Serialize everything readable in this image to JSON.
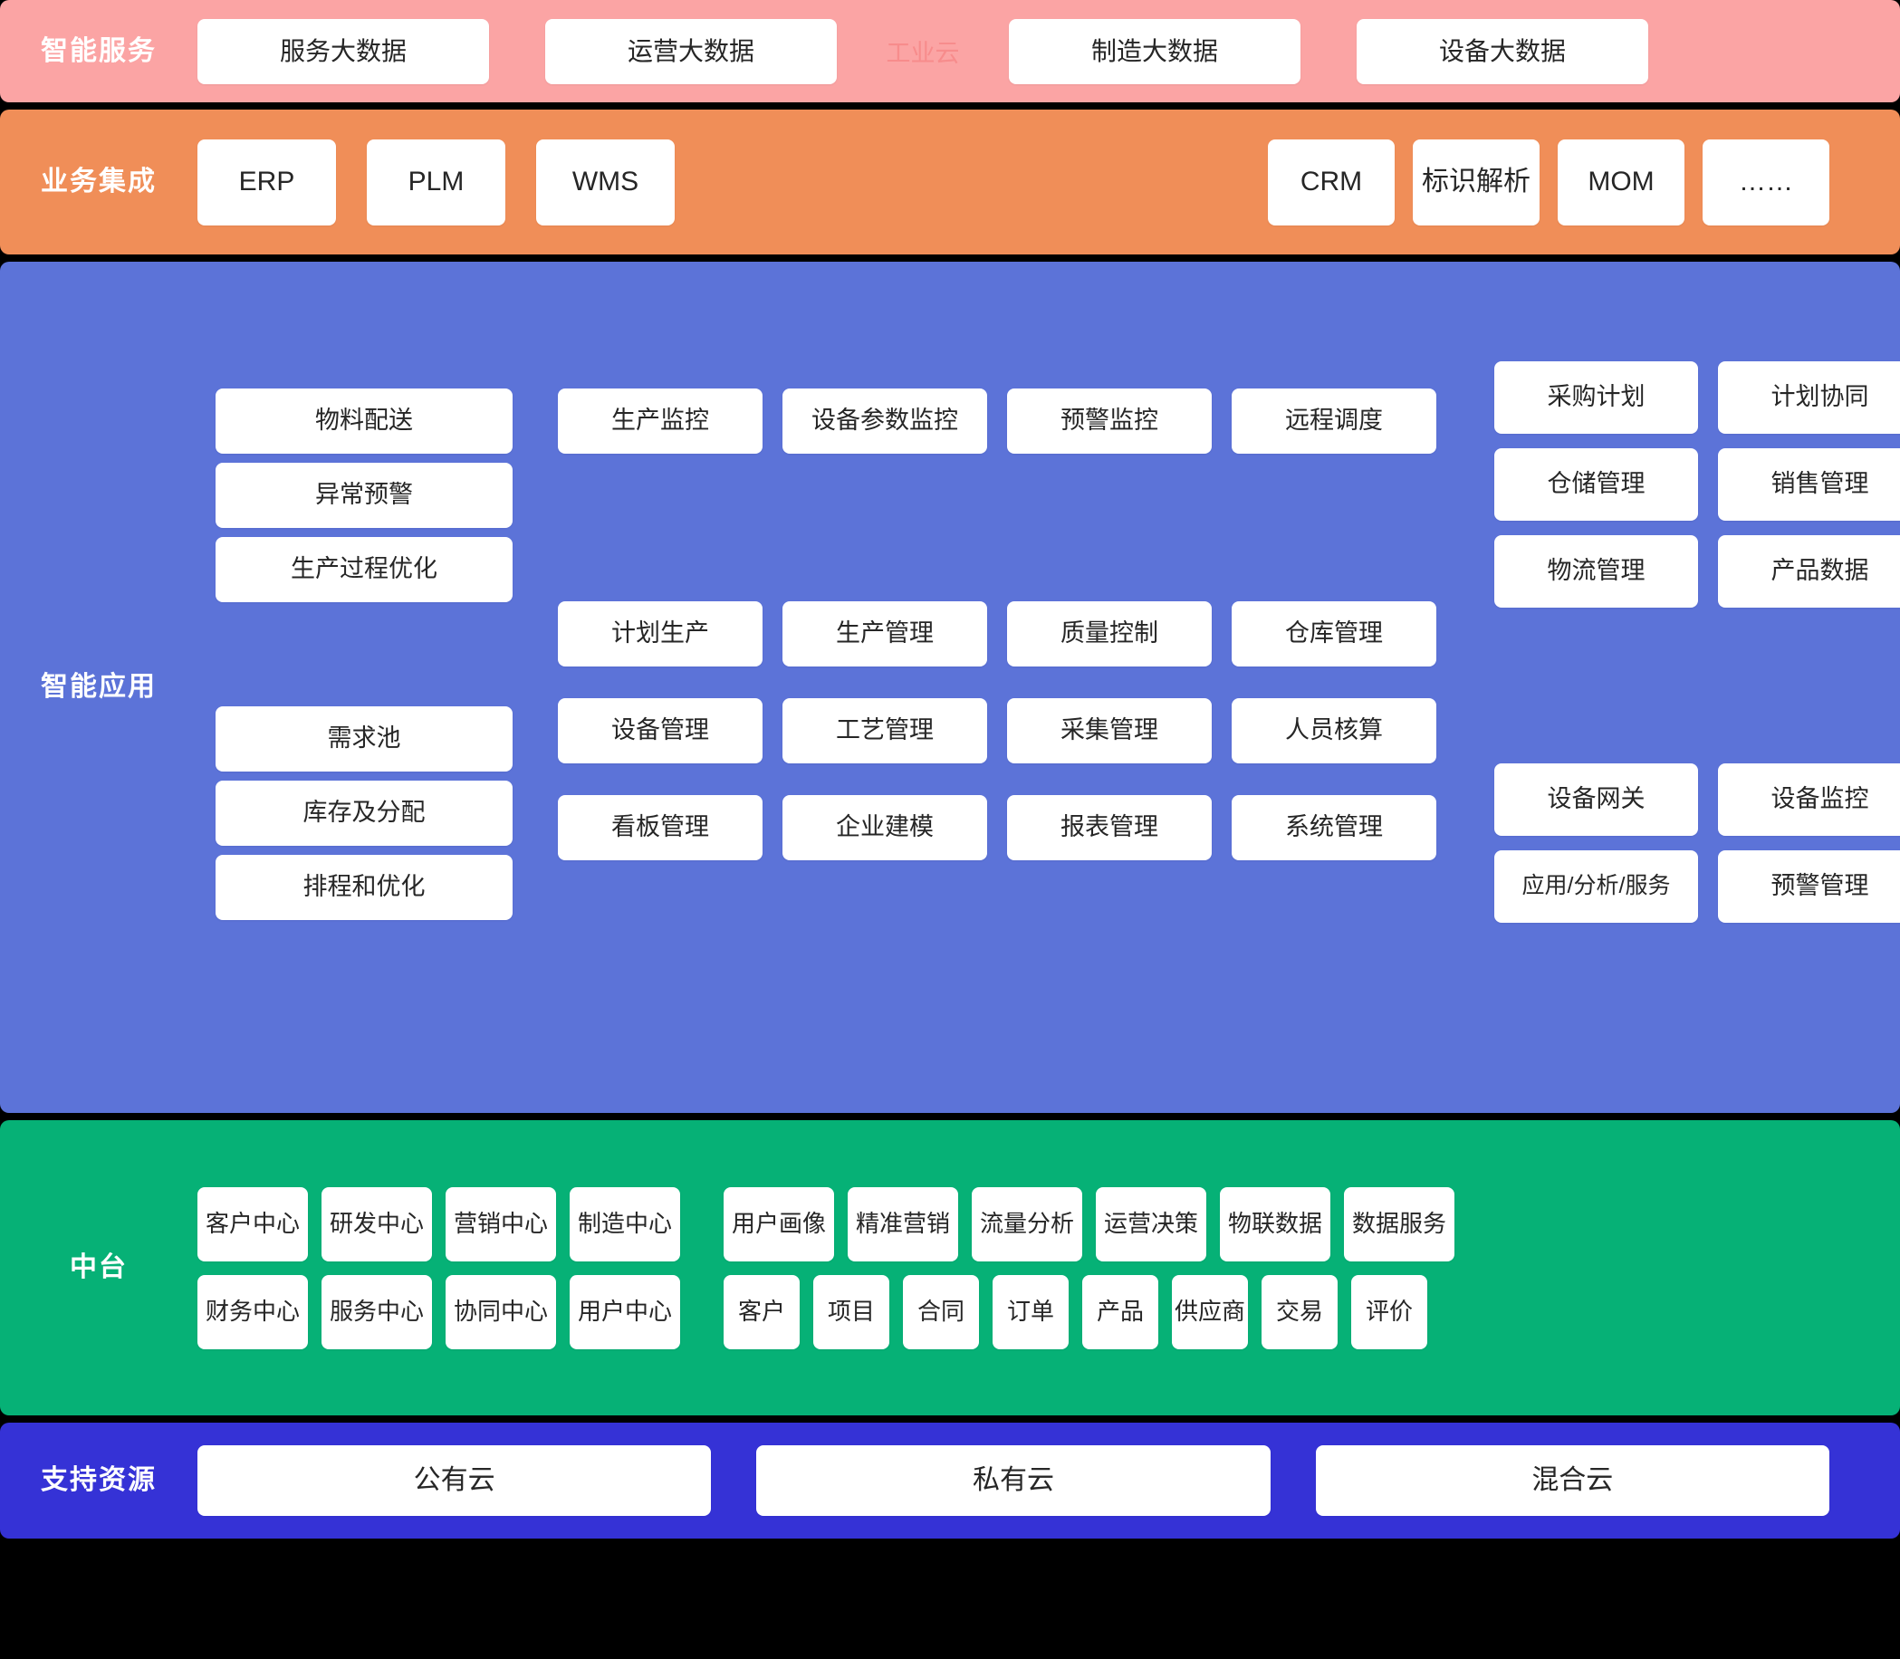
{
  "bands": [
    {
      "key": "service",
      "label": "智能服务",
      "color": "#fba4a4",
      "cloud_label": "工业云",
      "cloud_color": "#f78c8c",
      "cards_left": [
        "服务大数据",
        "运营大数据"
      ],
      "cards_right": [
        "制造大数据",
        "设备大数据"
      ]
    },
    {
      "key": "business",
      "label": "业务集成",
      "color": "#f08e58",
      "cards_left": [
        "ERP",
        "PLM",
        "WMS"
      ],
      "cards_right": [
        "CRM",
        "标识解析",
        "MOM",
        "……"
      ]
    },
    {
      "key": "application",
      "label": "智能应用",
      "color": "#5c73d8",
      "col_left_top": [
        "物料配送",
        "异常预警",
        "生产过程优化"
      ],
      "col_left_bottom": [
        "需求池",
        "库存及分配",
        "排程和优化"
      ],
      "col_mid_row1": [
        "生产监控",
        "设备参数监控",
        "预警监控",
        "远程调度"
      ],
      "col_mid_row2": [
        "计划生产",
        "生产管理",
        "质量控制",
        "仓库管理"
      ],
      "col_mid_row3": [
        "设备管理",
        "工艺管理",
        "采集管理",
        "人员核算"
      ],
      "col_mid_row4": [
        "看板管理",
        "企业建模",
        "报表管理",
        "系统管理"
      ],
      "col_right_top": [
        [
          "采购计划",
          "计划协同"
        ],
        [
          "仓储管理",
          "销售管理"
        ],
        [
          "物流管理",
          "产品数据"
        ]
      ],
      "col_right_bottom": [
        [
          "设备网关",
          "设备监控"
        ],
        [
          "应用/分析/服务",
          "预警管理"
        ]
      ]
    },
    {
      "key": "middle-platform",
      "label": "中台",
      "color": "#06b176",
      "group_a_row1": [
        "客户中心",
        "研发中心",
        "营销中心",
        "制造中心"
      ],
      "group_a_row2": [
        "财务中心",
        "服务中心",
        "协同中心",
        "用户中心"
      ],
      "group_b_row1": [
        "用户画像",
        "精准营销",
        "流量分析",
        "运营决策",
        "物联数据",
        "数据服务"
      ],
      "group_b_row2": [
        "客户",
        "项目",
        "合同",
        "订单",
        "产品",
        "供应商",
        "交易",
        "评价"
      ]
    },
    {
      "key": "resources",
      "label": "支持资源",
      "color": "#3532d6",
      "cards": [
        "公有云",
        "私有云",
        "混合云"
      ]
    }
  ]
}
